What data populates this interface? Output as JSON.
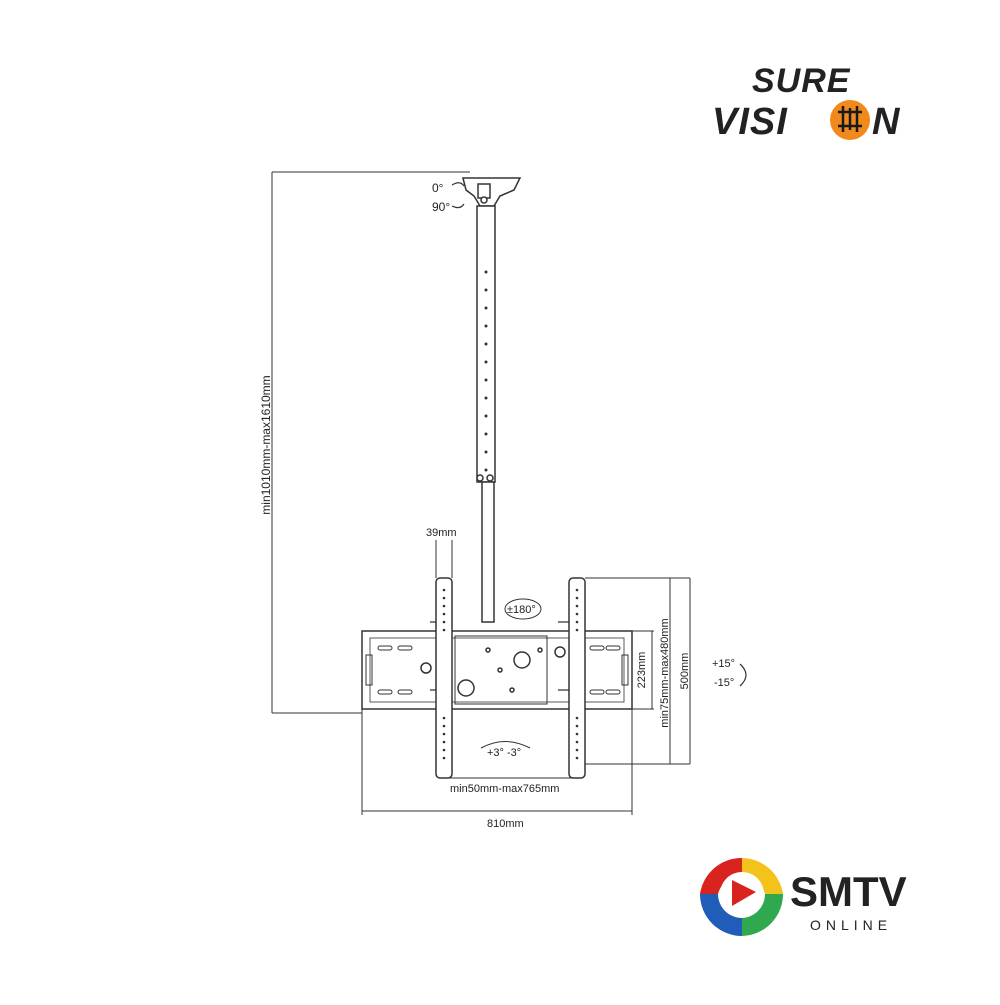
{
  "brand_logo": {
    "line1": "SURE",
    "line2": "VISI",
    "line2_end": "N",
    "accent_color": "#f08a1c",
    "icon": "tv-mount-circle-icon"
  },
  "seller_logo": {
    "name": "SMTV",
    "sub": "ONLINE",
    "colors": [
      "#d9231f",
      "#1f5db8",
      "#2fa84f",
      "#f3c21b"
    ]
  },
  "dimensions": {
    "height_range": "min1010mm-max1610mm",
    "tilt_top_0": "0°",
    "tilt_top_90": "90°",
    "bracket_width": "39mm",
    "swivel": "±180°",
    "plate_height": "223mm",
    "vertical_range": "min75mm-max480mm",
    "bracket_height": "500mm",
    "tilt_plus": "+15°",
    "tilt_minus": "-15°",
    "level_adjust": "+3°  -3°",
    "horizontal_range": "min50mm-max765mm",
    "total_width": "810mm"
  },
  "colors": {
    "line": "#333333",
    "text": "#222222"
  }
}
